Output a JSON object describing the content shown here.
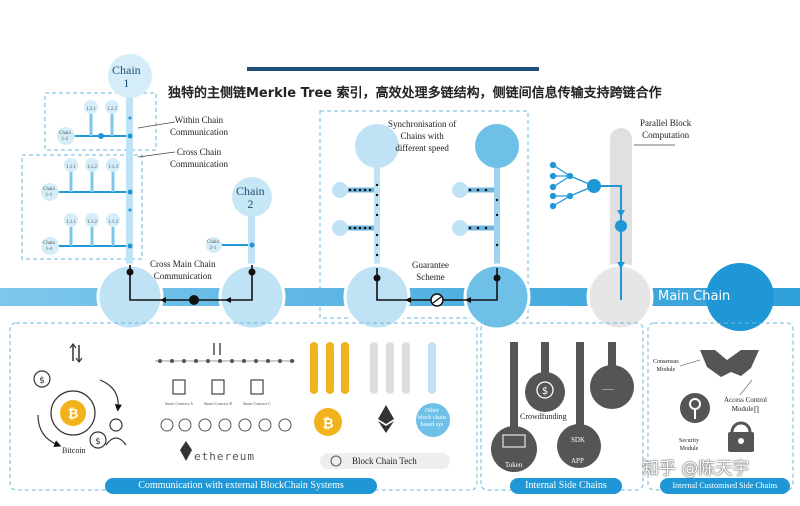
{
  "title": "独特的主侧链Merkle Tree 索引，高效处理多链结构，侧链间信息传输支持跨链合作",
  "left": {
    "chain1": "Chain\n1",
    "chain2": "Chain\n2",
    "within": "Within Chain\nCommunication",
    "cross": "Cross Chain\nCommunication",
    "cross_main": "Cross Main Chain\nCommunication",
    "chain12": "Chain\n1-2",
    "chain11": "Chain\n1-1",
    "chain14": "Chain\n1-4",
    "chain21": "Chain\n2-1",
    "nodes_top": [
      "1.2.1",
      "1.2.2"
    ],
    "nodes_mid": [
      "1.1.1",
      "1.1.2",
      "1.1.3"
    ],
    "nodes_low": [
      "1.1.1",
      "1.1.2",
      "1.1.3"
    ]
  },
  "mid": {
    "sync": "Synchronisation of\nChains with\ndifferent speed",
    "guarantee": "Guarantee\nScheme"
  },
  "right": {
    "parallel": "Parallel Block\nComputation",
    "main_chain": "Main Chain"
  },
  "bottom": {
    "bitcoin": "Bitcoin",
    "ethereum": "ethereum",
    "smart": [
      "Smart Contract A",
      "Smart Contract B",
      "Smart Contract C"
    ],
    "other": "Other\nblock chain\nbased sys",
    "blocktech": "Block Chain Tech",
    "crowdfunding": "Crowdfunding",
    "token": "Token",
    "sdk": "SDK",
    "app": "APP",
    "ellipsis": "......",
    "consensus": "Consensus\nModule",
    "access": "Access Control\nModule∏",
    "security": "Security\nModule",
    "foot_external": "Communication with external BlockChain Systems",
    "foot_internal": "Internal Side Chains",
    "foot_custom": "Internal Customised Side Chains"
  },
  "watermark": "知乎 @陈天宇",
  "colors": {
    "main_blue": "#1f97d6",
    "light_blue": "#6fc0e8",
    "pale_blue": "#bfe3f4",
    "dark": "#222222",
    "gray": "#666666",
    "gold": "#f2b21b"
  }
}
